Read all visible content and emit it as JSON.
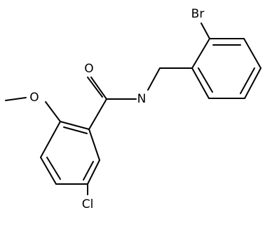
{
  "atoms": {
    "bromine": "Br",
    "oxygen_carbonyl": "O",
    "nitrogen_amide": "N",
    "oxygen_methoxy": "O",
    "chlorine": "Cl"
  }
}
